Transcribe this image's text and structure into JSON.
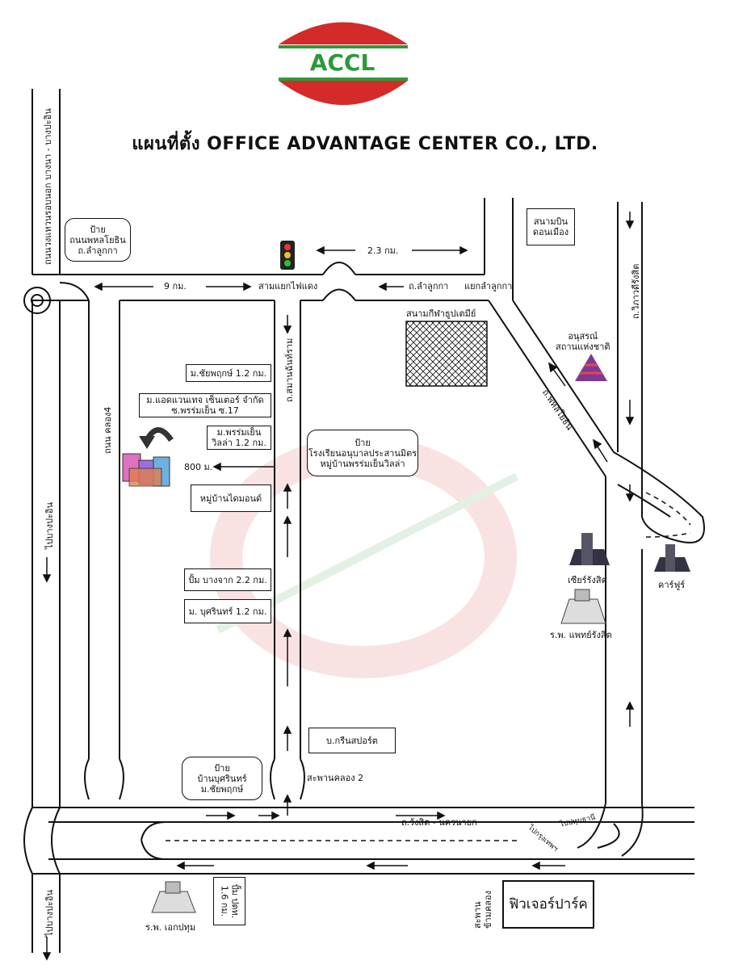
{
  "logo": {
    "text": "ACCL",
    "colors": {
      "red": "#d42a2a",
      "green": "#2a9a38"
    }
  },
  "title": "แผนที่ตั้ง OFFICE ADVANTAGE CENTER CO., LTD.",
  "labels": {
    "sign_phahon": [
      "ป้าย",
      "ถนนพหลโยธิน",
      "ถ.ลำลูกกา"
    ],
    "dist_9km": "9 กม.",
    "dist_23km": "2.3 กม.",
    "sam_yaek": "สามแยกไฟแดง",
    "lamlukka_rd": "ถ.ลำลูกกา",
    "yaek_lamlukka": "แยกลำลูกกา",
    "airport": [
      "สนามบิน",
      "ดอนเมือง"
    ],
    "stadium": "สนามกีฬาธูปเตมีย์",
    "monument": [
      "อนุสรณ์",
      "สถานแห่งชาติ"
    ],
    "vibhavadi": "ถ.วิภาวดีรังสิต",
    "phahon_rd": "ถ.พหลโยธิน",
    "kanchanaphisek": "ถนนวงแหวนรอบนอก บางนา - บางปะอิน",
    "khlong4": "ถนน คลอง4",
    "to_bangpain_1": "ไปบางปะอิน",
    "to_bangpain_2": "ไปบางปะอิน",
    "sammakorn": "ถ.สมานฉันท์ราม",
    "chaiyaphruek": "ม.ชัยพฤกษ์ 1.2 กม.",
    "office_box": [
      "ม.แอดแวนเทจ เซ็นเตอร์ จำกัด",
      "ซ.พรร่มเย็น ซ.17"
    ],
    "promyen": [
      "ม.พรร่มเย็น",
      "วิลล่า 1.2 กม."
    ],
    "school_sign": [
      "ป้าย",
      "โรงเรียนอนุบาลประสานมิตร",
      "หมู่บ้านพรร่มเย็นวิลล่า"
    ],
    "dist_800m": "800 ม.",
    "diamond": "หมู่บ้านไดมอนด์",
    "bangchak": "ปั้ม บางจาก 2.2 กม.",
    "busarin": "ม. บุศรินทร์ 1.2 กม.",
    "green_sport": "บ.กรีนสปอร์ต",
    "busarin_sign": [
      "ป้าย",
      "บ้านบุศรินทร์",
      "ม.ชัยพฤกษ์"
    ],
    "bridge_2": "สะพานคลอง 2",
    "rangsit_rd": "ถ.รังสิต - นครนายก",
    "to_pathum": "ไปปทุมธานี",
    "to_bangkok": "ไปกรุงเทพฯ",
    "future_park_rangsit": "เซียร์รังสิต",
    "carrefour": "คาร์ฟูร์",
    "hospital_rangsit": "ร.พ. แพทย์รังสิต",
    "ptt": [
      "ปั้ม ปตท.",
      "1.6 กม."
    ],
    "hospital_ekpathum": "ร.พ. เอกปทุม",
    "bridge_chan": [
      "สะพาน",
      "ข้ามคลอง"
    ],
    "future_park": "ฟิวเจอร์ปาร์ค"
  }
}
